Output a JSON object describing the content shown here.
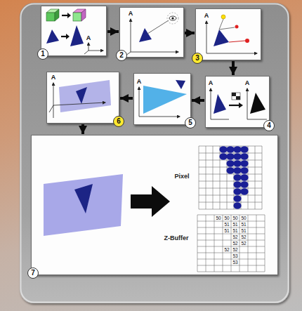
{
  "diagram": {
    "nodes": [
      {
        "text": [
          "1"
        ]
      },
      {
        "text": [
          "2"
        ]
      },
      {
        "text": [
          "3"
        ]
      },
      {
        "text": [
          "4"
        ]
      },
      {
        "text": [
          "5"
        ]
      },
      {
        "text": [
          "6"
        ]
      },
      {
        "text": [
          "7",
          "Pixel",
          "Z-Buffer"
        ]
      }
    ],
    "edges": [
      {
        "from": 0,
        "to": 1,
        "arrow": "to"
      },
      {
        "from": 1,
        "to": 2,
        "arrow": "to"
      },
      {
        "from": 2,
        "to": 3,
        "arrow": "to"
      },
      {
        "from": 3,
        "to": 4,
        "arrow": "to"
      },
      {
        "from": 4,
        "to": 5,
        "arrow": "to"
      },
      {
        "from": 5,
        "to": 6,
        "arrow": "to"
      }
    ],
    "labels": [
      "A",
      "A",
      "A",
      "A",
      "A",
      "A",
      "A",
      "50",
      "50",
      "50",
      "50",
      "51",
      "51",
      "51",
      "51",
      "51",
      "51",
      "52",
      "52",
      "52",
      "52",
      "52",
      "52",
      "53",
      "53"
    ]
  }
}
